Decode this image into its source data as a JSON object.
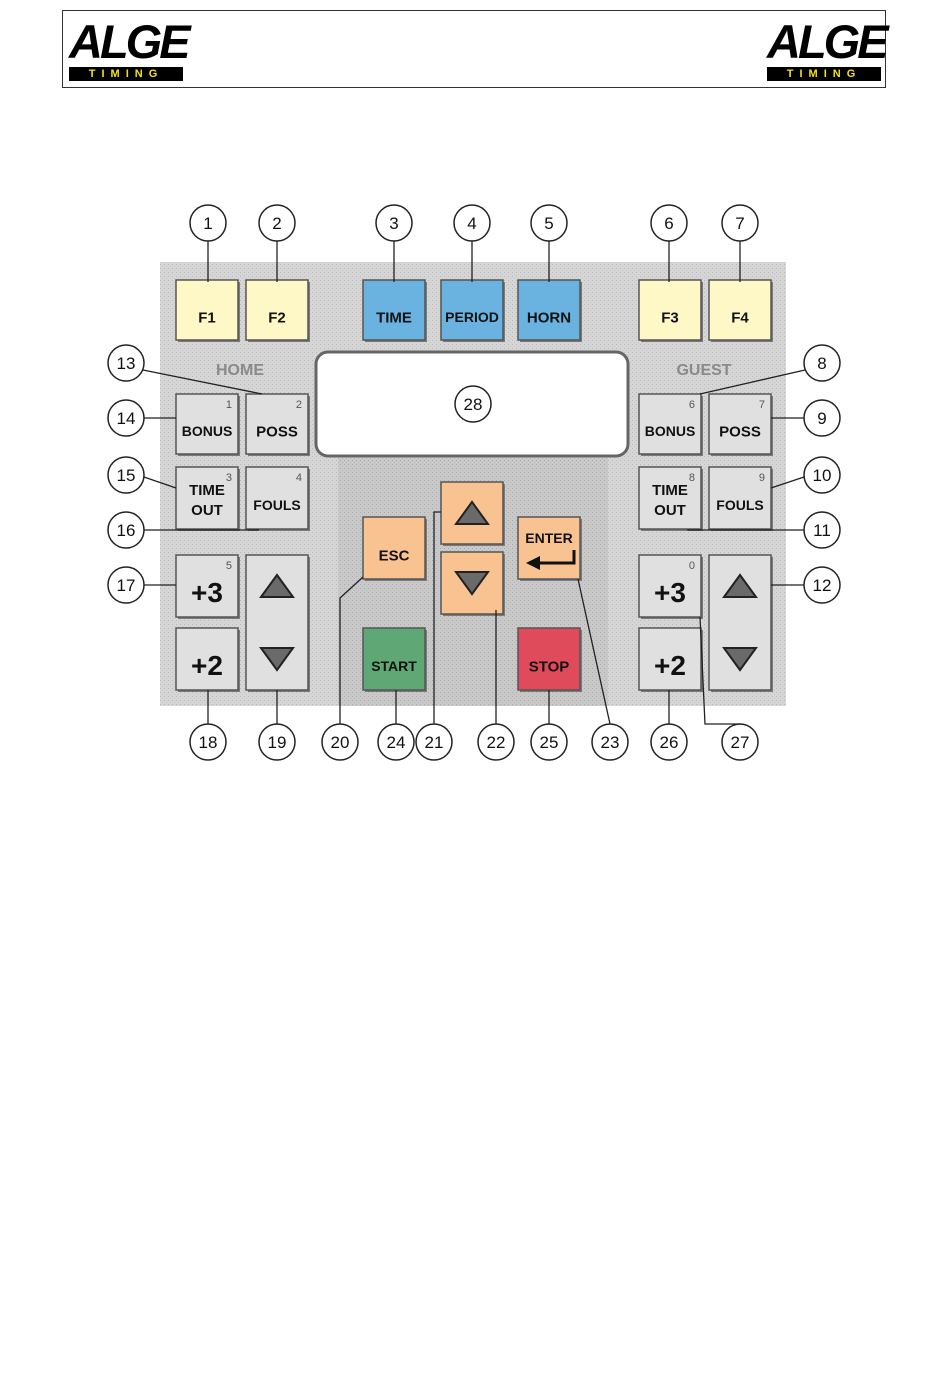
{
  "header": {
    "logo_left": {
      "word": "ALGE",
      "tagline": "TIMING"
    },
    "logo_right": {
      "word": "ALGE",
      "tagline": "TIMING"
    }
  },
  "panel": {
    "section_home": "HOME",
    "section_guest": "GUEST"
  },
  "colors": {
    "yellow_key": "#fdf8c6",
    "blue_key": "#6ab2e0",
    "orange_key": "#f9c291",
    "green_key": "#5fa876",
    "red_key": "#e04b5c",
    "gray_key": "#e0e0e0",
    "panel": "#cfcfcf"
  },
  "keys": [
    {
      "id": "f1",
      "line1": "F1",
      "line2": "",
      "small": "",
      "color": "yellow",
      "icon": ""
    },
    {
      "id": "f2",
      "line1": "F2",
      "line2": "",
      "small": "",
      "color": "yellow",
      "icon": ""
    },
    {
      "id": "time",
      "line1": "TIME",
      "line2": "",
      "small": "",
      "color": "blue",
      "icon": ""
    },
    {
      "id": "period",
      "line1": "PERIOD",
      "line2": "",
      "small": "",
      "color": "blue",
      "icon": ""
    },
    {
      "id": "horn",
      "line1": "HORN",
      "line2": "",
      "small": "",
      "color": "blue",
      "icon": ""
    },
    {
      "id": "f3",
      "line1": "F3",
      "line2": "",
      "small": "",
      "color": "yellow",
      "icon": ""
    },
    {
      "id": "f4",
      "line1": "F4",
      "line2": "",
      "small": "",
      "color": "yellow",
      "icon": ""
    },
    {
      "id": "home-bonus",
      "line1": "BONUS",
      "line2": "",
      "small": "1",
      "color": "gray",
      "icon": ""
    },
    {
      "id": "home-poss",
      "line1": "POSS",
      "line2": "",
      "small": "2",
      "color": "gray",
      "icon": ""
    },
    {
      "id": "home-timeout",
      "line1": "TIME",
      "line2": "OUT",
      "small": "3",
      "color": "gray",
      "icon": ""
    },
    {
      "id": "home-fouls",
      "line1": "FOULS",
      "line2": "",
      "small": "4",
      "color": "gray",
      "icon": ""
    },
    {
      "id": "home-plus3",
      "line1": "+3",
      "line2": "",
      "small": "5",
      "color": "gray",
      "icon": "",
      "big": true
    },
    {
      "id": "home-plus2",
      "line1": "+2",
      "line2": "",
      "small": "",
      "color": "gray",
      "icon": "",
      "big": true
    },
    {
      "id": "home-updown",
      "line1": "",
      "line2": "",
      "small": "",
      "color": "gray",
      "icon": "up-down-arrows-icon"
    },
    {
      "id": "esc",
      "line1": "ESC",
      "line2": "",
      "small": "",
      "color": "orange",
      "icon": ""
    },
    {
      "id": "up",
      "line1": "",
      "line2": "",
      "small": "",
      "color": "orange",
      "icon": "up-arrow-icon"
    },
    {
      "id": "down",
      "line1": "",
      "line2": "",
      "small": "",
      "color": "orange",
      "icon": "down-arrow-icon"
    },
    {
      "id": "enter",
      "line1": "ENTER",
      "line2": "",
      "small": "",
      "color": "orange",
      "icon": "enter-arrow-icon"
    },
    {
      "id": "start",
      "line1": "START",
      "line2": "",
      "small": "",
      "color": "green",
      "icon": ""
    },
    {
      "id": "stop",
      "line1": "STOP",
      "line2": "",
      "small": "",
      "color": "red",
      "icon": ""
    },
    {
      "id": "guest-bonus",
      "line1": "BONUS",
      "line2": "",
      "small": "6",
      "color": "gray",
      "icon": ""
    },
    {
      "id": "guest-poss",
      "line1": "POSS",
      "line2": "",
      "small": "7",
      "color": "gray",
      "icon": ""
    },
    {
      "id": "guest-timeout",
      "line1": "TIME",
      "line2": "OUT",
      "small": "8",
      "color": "gray",
      "icon": ""
    },
    {
      "id": "guest-fouls",
      "line1": "FOULS",
      "line2": "",
      "small": "9",
      "color": "gray",
      "icon": ""
    },
    {
      "id": "guest-plus3",
      "line1": "+3",
      "line2": "",
      "small": "0",
      "color": "gray",
      "icon": "",
      "big": true
    },
    {
      "id": "guest-plus2",
      "line1": "+2",
      "line2": "",
      "small": "",
      "color": "gray",
      "icon": "",
      "big": true
    },
    {
      "id": "guest-updown",
      "line1": "",
      "line2": "",
      "small": "",
      "color": "gray",
      "icon": "up-down-arrows-icon"
    }
  ],
  "callouts": [
    {
      "number": "1",
      "target": "f1"
    },
    {
      "number": "2",
      "target": "f2"
    },
    {
      "number": "3",
      "target": "time"
    },
    {
      "number": "4",
      "target": "period"
    },
    {
      "number": "5",
      "target": "horn"
    },
    {
      "number": "6",
      "target": "f3"
    },
    {
      "number": "7",
      "target": "f4"
    },
    {
      "number": "8",
      "target": "guest-bonus"
    },
    {
      "number": "9",
      "target": "guest-poss"
    },
    {
      "number": "10",
      "target": "guest-fouls"
    },
    {
      "number": "11",
      "target": "guest-timeout"
    },
    {
      "number": "12",
      "target": "guest-updown"
    },
    {
      "number": "13",
      "target": "home-poss"
    },
    {
      "number": "14",
      "target": "home-bonus"
    },
    {
      "number": "15",
      "target": "home-timeout"
    },
    {
      "number": "16",
      "target": "home-fouls"
    },
    {
      "number": "17",
      "target": "home-plus3"
    },
    {
      "number": "18",
      "target": "home-plus2"
    },
    {
      "number": "19",
      "target": "home-updown"
    },
    {
      "number": "20",
      "target": "esc"
    },
    {
      "number": "21",
      "target": "up"
    },
    {
      "number": "22",
      "target": "down"
    },
    {
      "number": "23",
      "target": "enter"
    },
    {
      "number": "24",
      "target": "start"
    },
    {
      "number": "25",
      "target": "stop"
    },
    {
      "number": "26",
      "target": "guest-plus2"
    },
    {
      "number": "27",
      "target": "guest-plus3"
    },
    {
      "number": "28",
      "target": "display"
    }
  ]
}
